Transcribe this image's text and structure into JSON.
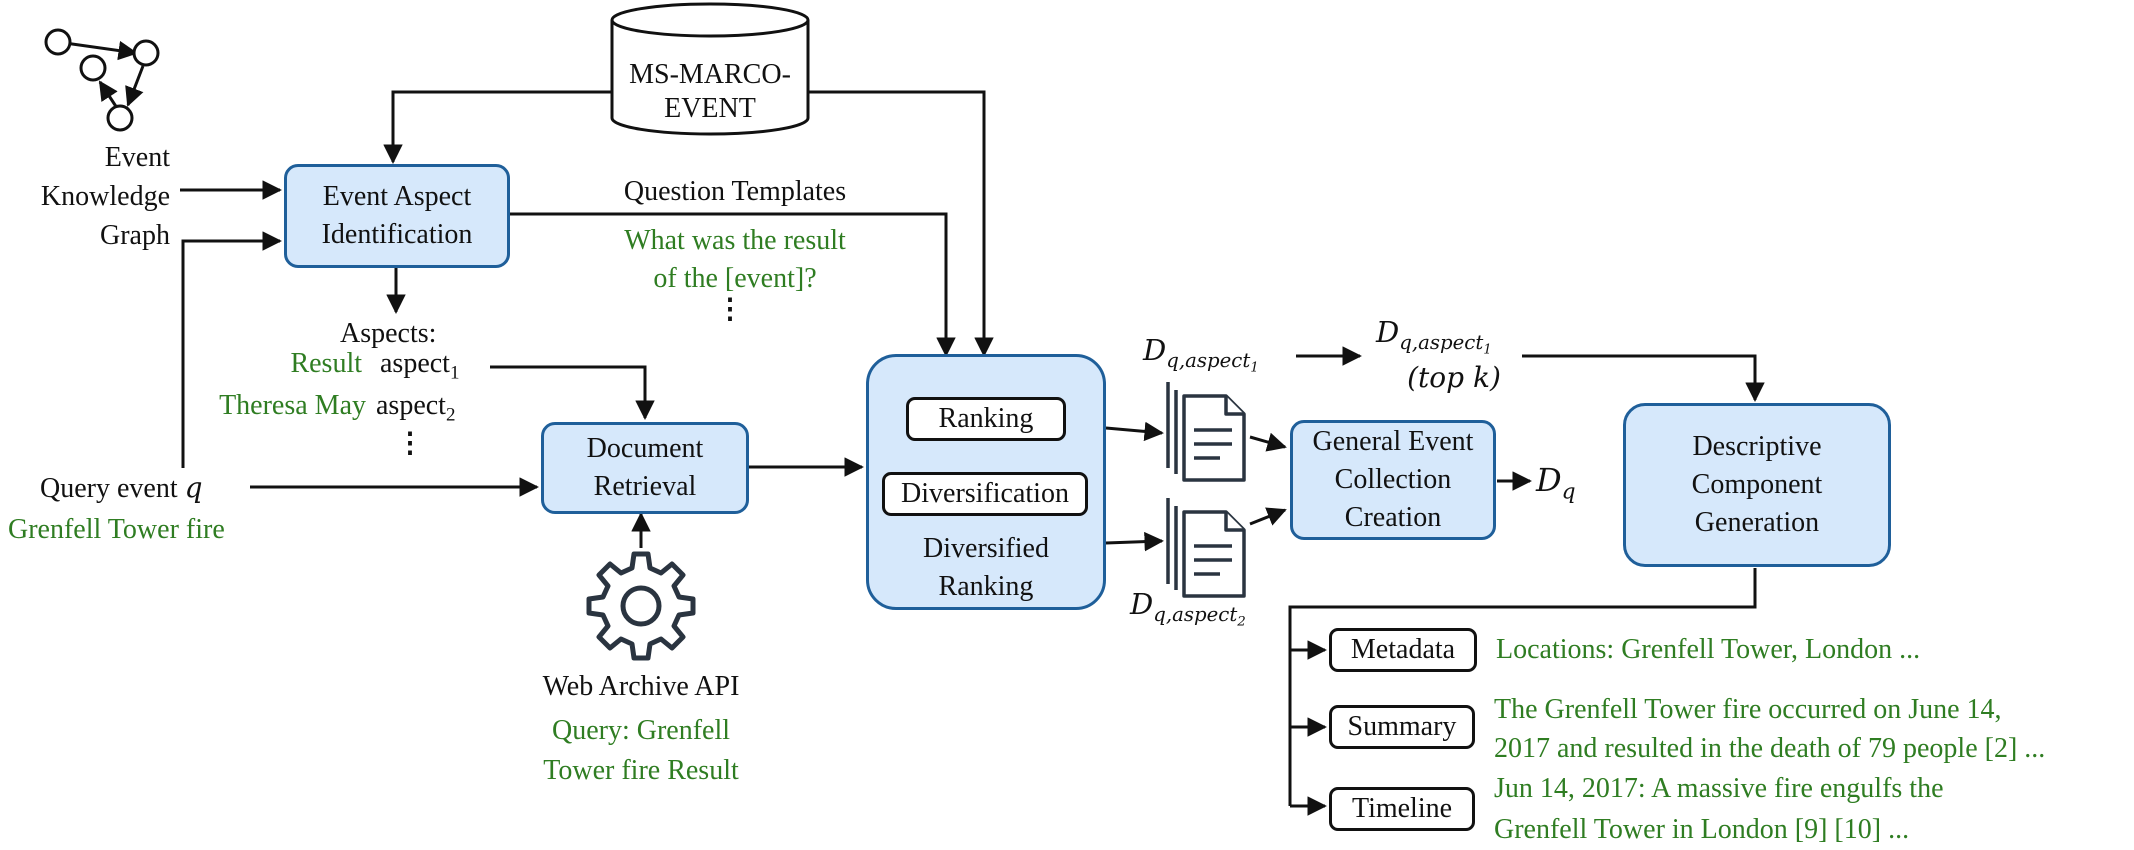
{
  "database": {
    "line1": "MS-MARCO-",
    "line2": "EVENT"
  },
  "knowledge_graph": {
    "line1": "Event",
    "line2": "Knowledge",
    "line3": "Graph"
  },
  "event_aspect_box": {
    "line1": "Event Aspect",
    "line2": "Identification"
  },
  "question_templates": {
    "title": "Question Templates",
    "example_line1": "What was the result",
    "example_line2": "of the [event]?",
    "ellipsis": "⋮"
  },
  "aspects": {
    "title": "Aspects:",
    "items": [
      {
        "example": "Result",
        "label": "aspect",
        "sub": "1"
      },
      {
        "example": "Theresa May",
        "label": "aspect",
        "sub": "2"
      }
    ],
    "ellipsis": "⋮"
  },
  "query": {
    "label": "Query event",
    "symbol": "q",
    "example": "Grenfell Tower fire"
  },
  "document_retrieval_box": {
    "line1": "Document",
    "line2": "Retrieval"
  },
  "web_archive": {
    "title": "Web Archive API",
    "example_line1": "Query: Grenfell",
    "example_line2": "Tower fire Result"
  },
  "diversified_ranking": {
    "ranking": "Ranking",
    "diversification": "Diversification",
    "line1": "Diversified",
    "line2": "Ranking"
  },
  "doc_sets": {
    "d_main": "D",
    "sub_q": "q,",
    "aspect_word": "aspect",
    "aspect1_index": "1",
    "aspect2_index": "2",
    "top_k": "(top k)",
    "dq_sub": "q"
  },
  "general_event_box": {
    "line1": "General Event",
    "line2": "Collection",
    "line3": "Creation"
  },
  "descriptive_box": {
    "line1": "Descriptive",
    "line2": "Component",
    "line3": "Generation"
  },
  "outputs": [
    {
      "label": "Metadata",
      "line1": "Locations: Grenfell Tower, London ...",
      "line2": ""
    },
    {
      "label": "Summary",
      "line1": "The Grenfell Tower fire occurred on June 14,",
      "line2": "2017 and resulted in the death of 79 people [2] ..."
    },
    {
      "label": "Timeline",
      "line1": "Jun 14, 2017: A massive fire engulfs the",
      "line2": "Grenfell Tower in London [9] [10] ..."
    }
  ],
  "colors": {
    "box_fill": "#d6e8fb",
    "box_border": "#1f5f9a",
    "example_text": "#2f7d22",
    "lines": "#111111"
  },
  "icons": [
    "graph-icon",
    "database-icon",
    "gear-icon",
    "document-stack-icon"
  ]
}
